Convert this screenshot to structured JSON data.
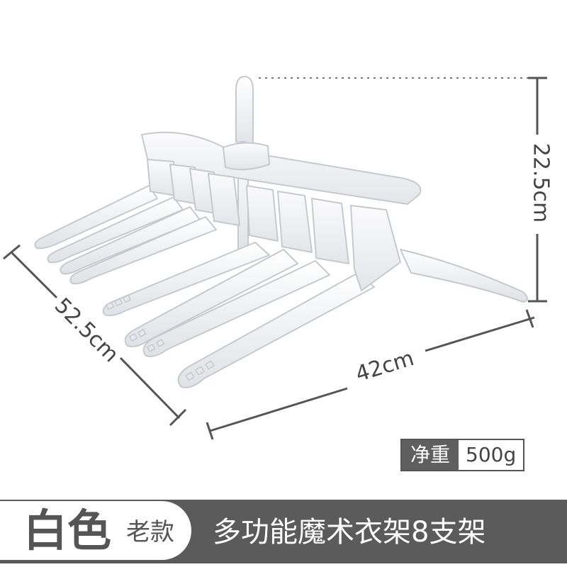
{
  "dimensions": {
    "height": "22.5cm",
    "width": "42cm",
    "depth": "52.5cm"
  },
  "weight": {
    "label": "净重",
    "value": "500g"
  },
  "banner": {
    "color_name": "白色",
    "model": "老款",
    "title": "多功能魔术衣架8支架"
  },
  "colors": {
    "banner_background": "#5b5b5b",
    "pill_background": "#ffffff",
    "hanger_fill": "#f4f5f7",
    "hanger_outline": "#c9ccd1",
    "dimension_line": "#555555"
  }
}
